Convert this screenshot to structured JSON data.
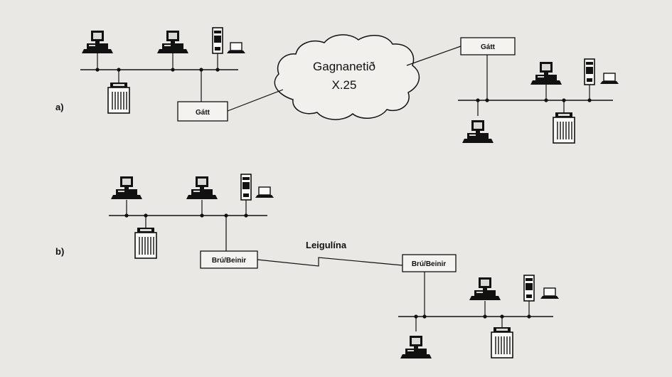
{
  "colors": {
    "background": "#e9e8e4",
    "ink": "#111111",
    "box_fill": "#f4f3ef"
  },
  "diagram_a": {
    "label": "a)",
    "cloud_line1": "Gagnanetið",
    "cloud_line2": "X.25",
    "gateway_left": "Gátt",
    "gateway_right": "Gátt"
  },
  "diagram_b": {
    "label": "b)",
    "leased_line": "Leigulína",
    "bridge_left": "Brú/Beinir",
    "bridge_right": "Brú/Beinir"
  },
  "icons": {
    "desktop": "desktop-computer-icon",
    "printer": "printer-icon",
    "tower": "tower-computer-icon",
    "laptop": "laptop-icon",
    "cloud": "network-cloud-icon"
  }
}
